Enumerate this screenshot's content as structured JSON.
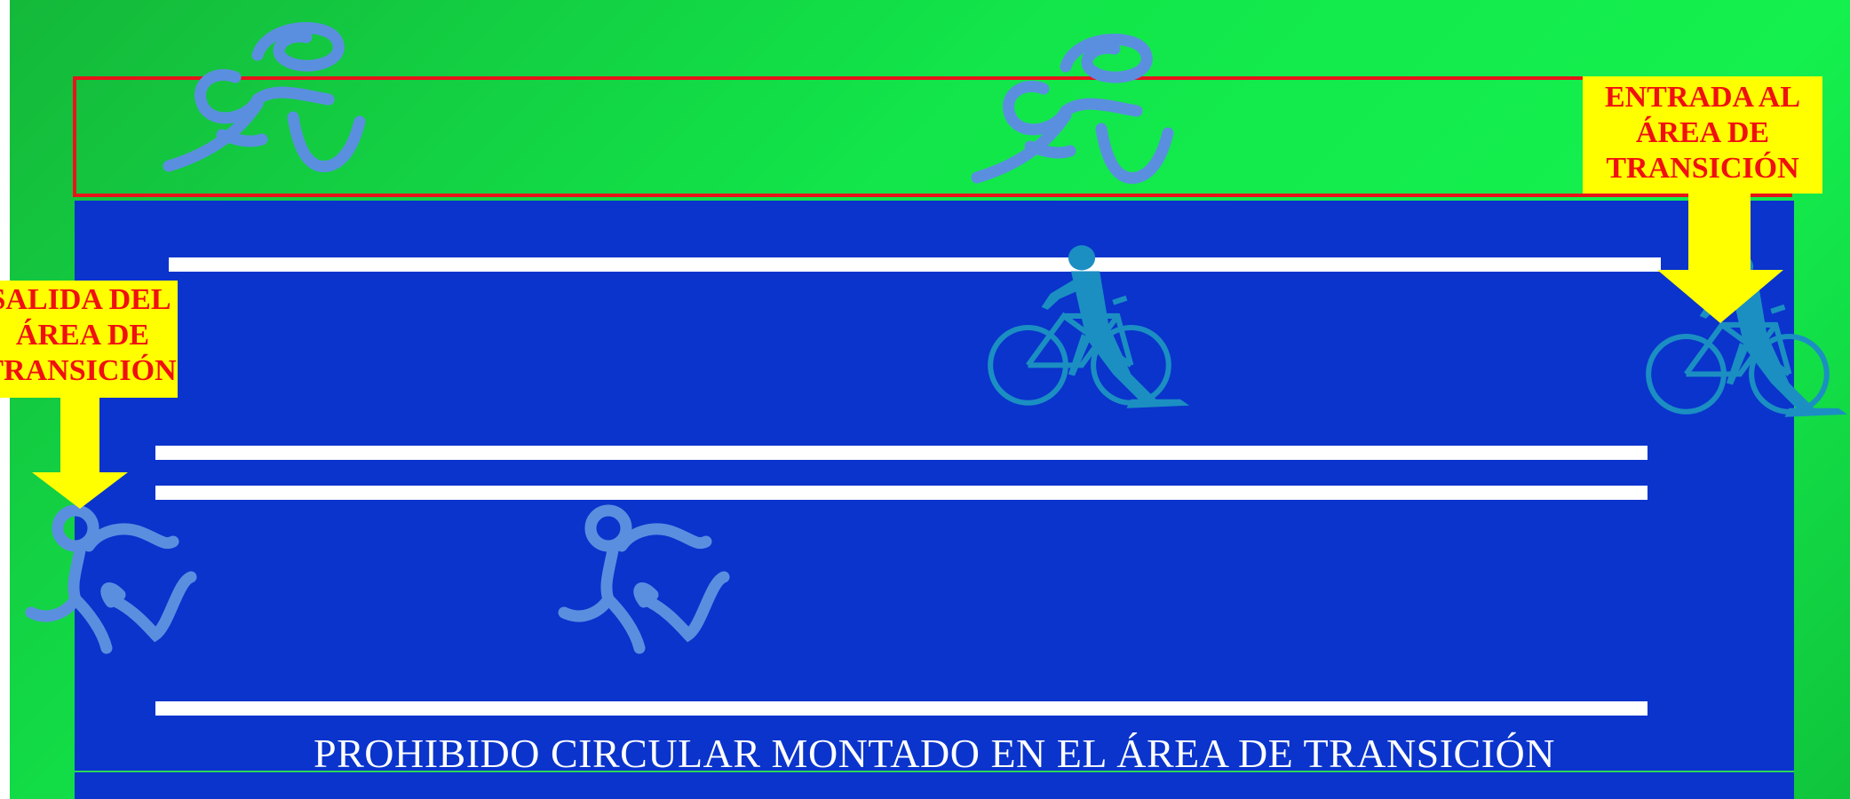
{
  "signs": {
    "entry": {
      "lines": [
        "ENTRADA AL",
        "ÁREA DE",
        "TRANSICIÓN"
      ]
    },
    "exit": {
      "lines": [
        "SALIDA DEL",
        "ÁREA DE",
        "TRANSICIÓN"
      ]
    }
  },
  "footer": {
    "text": "PROHIBIDO CIRCULAR MONTADO EN EL ÁREA DE TRANSICIÓN"
  },
  "icons": {
    "swimmer": "swimmer-icon",
    "cyclist": "cyclist-icon",
    "runner": "runner-icon",
    "arrow": "arrow-down-icon"
  },
  "colors": {
    "background": "#12e64a",
    "transition_area": "#0a34cc",
    "swim_zone_border": "#e8141a",
    "sign_background": "#ffff00",
    "sign_text": "#f01010",
    "icon_light_blue": "#5a8fe0",
    "cyclist_teal": "#1b8fc2"
  }
}
